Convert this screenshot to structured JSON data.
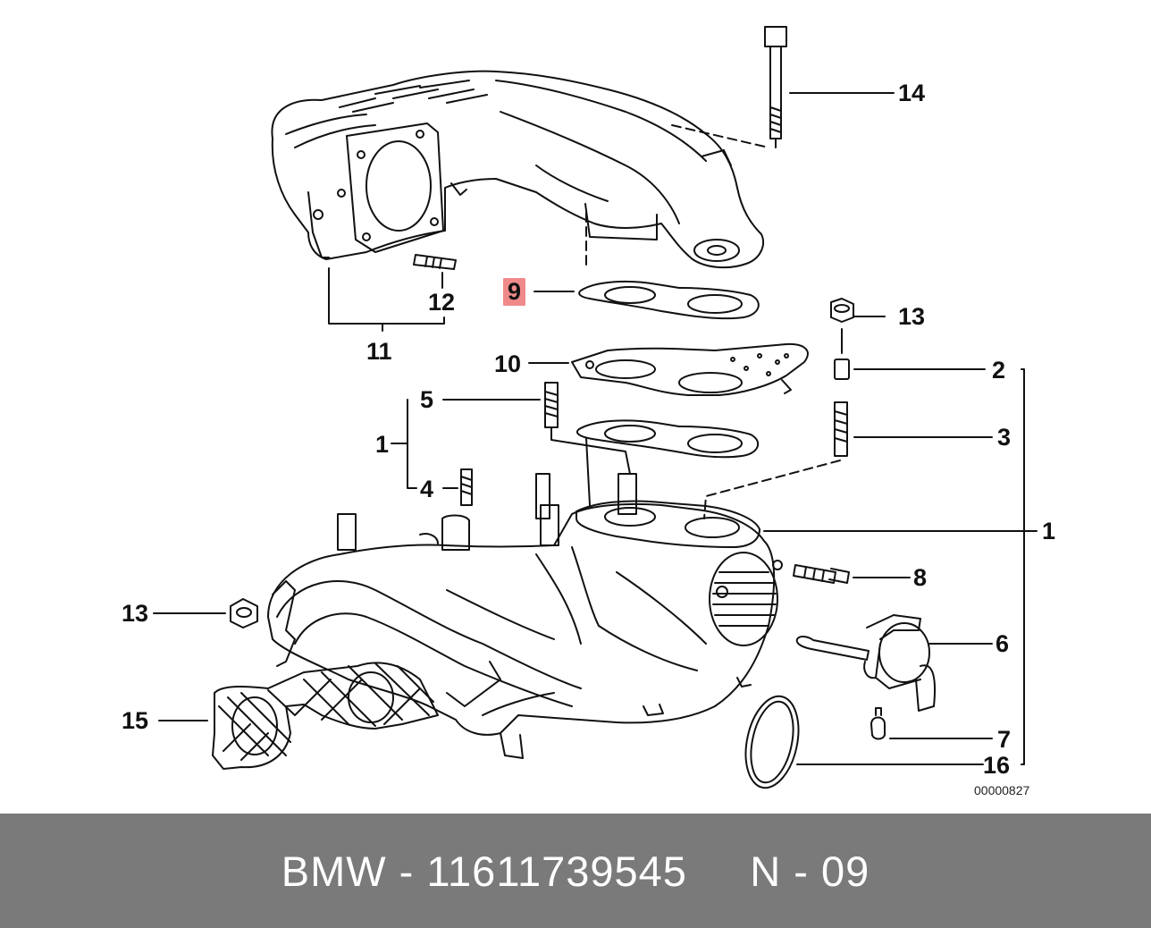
{
  "callouts": [
    {
      "id": "14",
      "text": "14"
    },
    {
      "id": "9",
      "text": "9",
      "highlighted": true
    },
    {
      "id": "12",
      "text": "12"
    },
    {
      "id": "11",
      "text": "11"
    },
    {
      "id": "13a",
      "text": "13"
    },
    {
      "id": "10",
      "text": "10"
    },
    {
      "id": "2",
      "text": "2"
    },
    {
      "id": "5",
      "text": "5"
    },
    {
      "id": "3",
      "text": "3"
    },
    {
      "id": "1a",
      "text": "1"
    },
    {
      "id": "4",
      "text": "4"
    },
    {
      "id": "1b",
      "text": "1"
    },
    {
      "id": "8",
      "text": "8"
    },
    {
      "id": "13b",
      "text": "13"
    },
    {
      "id": "6",
      "text": "6"
    },
    {
      "id": "15",
      "text": "15"
    },
    {
      "id": "7",
      "text": "7"
    },
    {
      "id": "16",
      "text": "16"
    }
  ],
  "drawing_number": "00000827",
  "footer": {
    "text": "BMW - 11611739545     N - 09"
  },
  "colors": {
    "highlight": "#f08a8a",
    "footer_bg": "#7a7a7a",
    "line": "#111111"
  }
}
